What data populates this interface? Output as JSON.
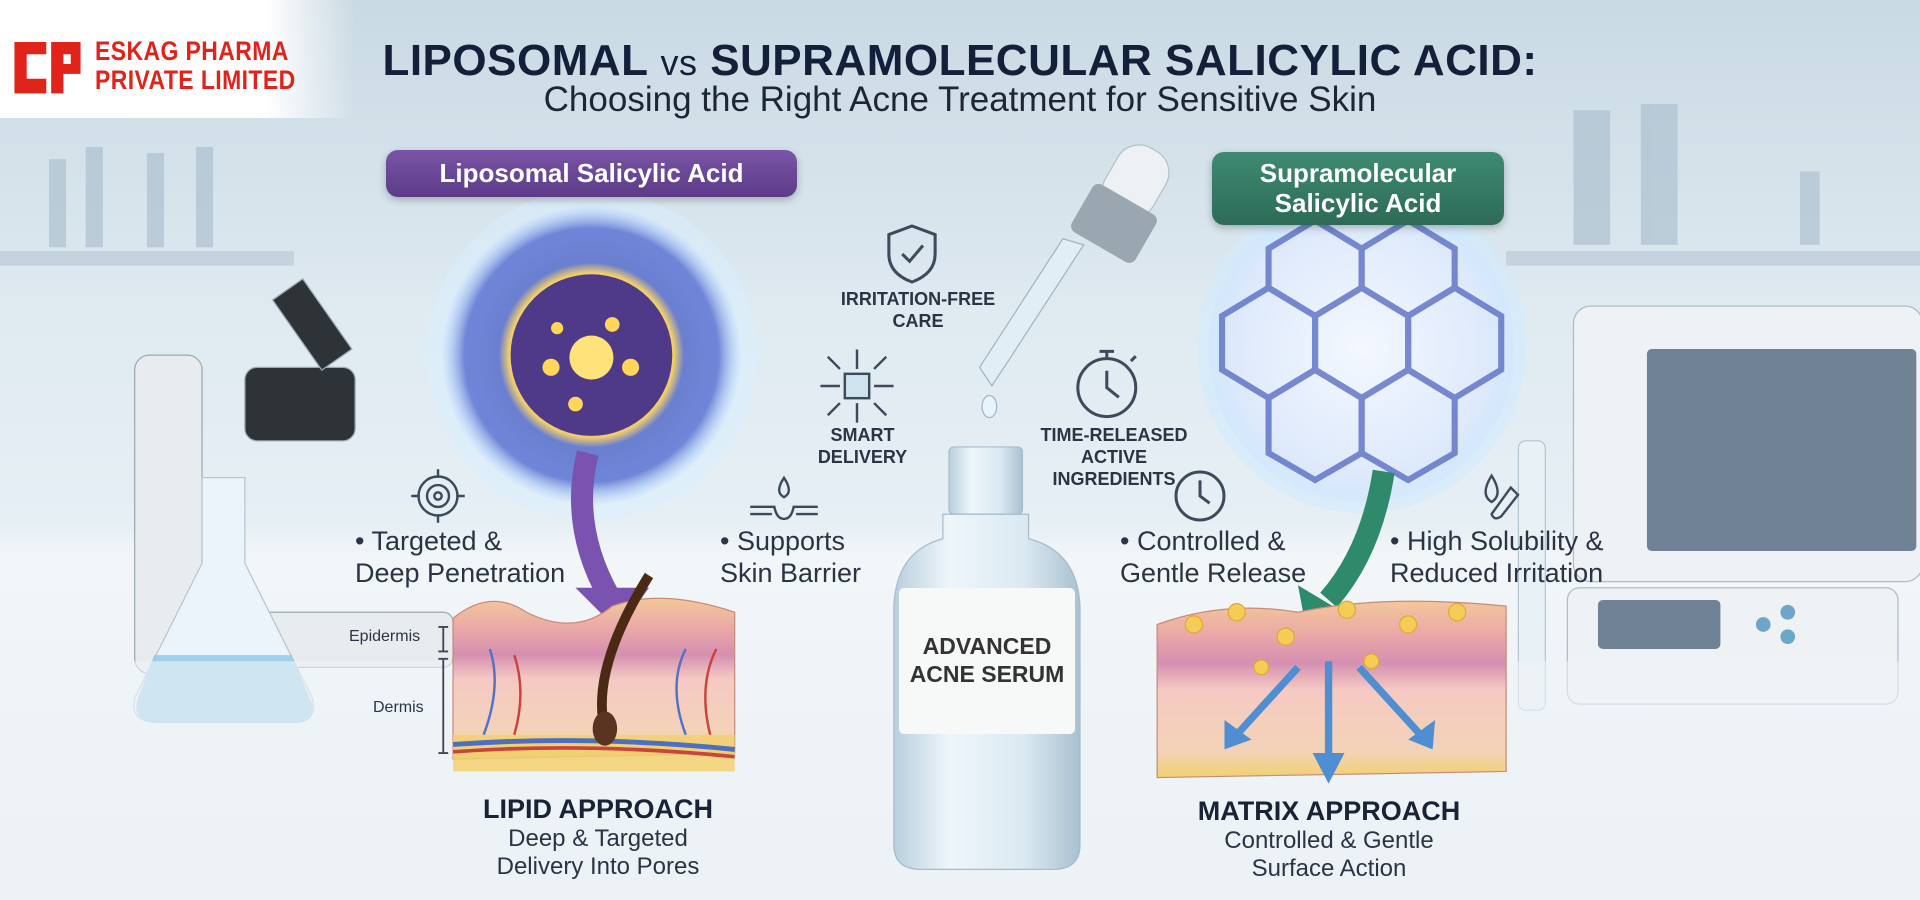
{
  "brand": {
    "name_line1": "ESKAG PHARMA",
    "name_line2": "PRIVATE LIMITED",
    "color": "#e2231a"
  },
  "title": {
    "part1": "LIPOSOMAL",
    "vs": "vs",
    "part2": "SUPRAMOLECULAR SALICYLIC ACID:",
    "subtitle": "Choosing the Right Acne Treatment for Sensitive Skin"
  },
  "left": {
    "label": "Liposomal Salicylic Acid",
    "label_color": "#6a479a",
    "features": [
      {
        "icon": "target-icon",
        "line1": "• Targeted &",
        "line2": "Deep Penetration"
      },
      {
        "icon": "skin-barrier-drop-icon",
        "line1": "• Supports",
        "line2": "Skin Barrier"
      }
    ],
    "layers": {
      "epidermis": "Epidermis",
      "dermis": "Dermis"
    },
    "approach": {
      "heading": "LIPID APPROACH",
      "line1": "Deep & Targeted",
      "line2": "Delivery Into Pores"
    }
  },
  "center": {
    "benefits": [
      {
        "icon": "shield-check-icon",
        "line1": "IRRITATION-FREE",
        "line2": "CARE"
      },
      {
        "icon": "cube-arrows-icon",
        "line1": "SMART",
        "line2": "DELIVERY"
      },
      {
        "icon": "stopwatch-icon",
        "line1": "TIME-RELEASED",
        "line2": "ACTIVE",
        "line3": "INGREDIENTS"
      }
    ],
    "bottle": {
      "line1": "ADVANCED",
      "line2": "ACNE SERUM"
    }
  },
  "right": {
    "label_line1": "Supramolecular",
    "label_line2": "Salicylic Acid",
    "label_color": "#347a63",
    "features": [
      {
        "icon": "clock-icon",
        "line1": "• Controlled &",
        "line2": "Gentle Release"
      },
      {
        "icon": "drop-flask-icon",
        "line1": "• High Solubility &",
        "line2": "Reduced Irritation"
      }
    ],
    "approach": {
      "heading": "MATRIX APPROACH",
      "line1": "Controlled & Gentle",
      "line2": "Surface Action"
    }
  }
}
